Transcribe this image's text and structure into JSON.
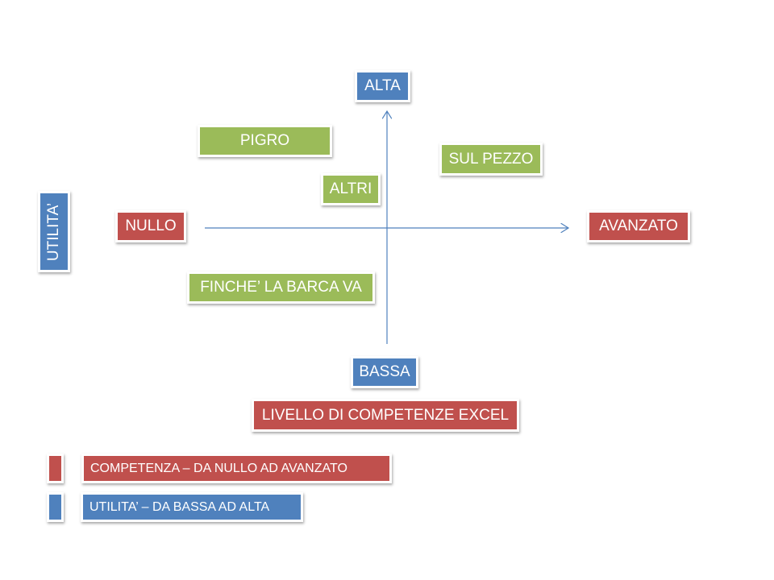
{
  "axes": {
    "y_top": "ALTA",
    "y_bottom": "BASSA",
    "x_left": "NULLO",
    "x_right": "AVANZATO",
    "y_title": "UTILITA’",
    "x_title": "LIVELLO DI COMPETENZE EXCEL"
  },
  "categories": [
    "PIGRO",
    "SUL PEZZO",
    "ALTRI",
    "FINCHE’ LA BARCA VA"
  ],
  "legend": [
    {
      "label": "COMPETENZA – DA NULLO AD AVANZATO",
      "color": "#c0504d"
    },
    {
      "label": "UTILITA’ – DA BASSA AD ALTA",
      "color": "#4f81bd"
    }
  ],
  "colors": {
    "red": "#c0504d",
    "blue": "#4f81bd",
    "green": "#9bbb59",
    "axis": "#4f81bd"
  }
}
